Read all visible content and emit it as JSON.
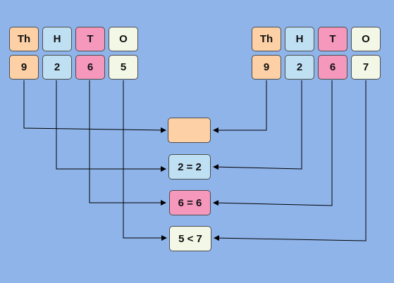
{
  "colors": {
    "background": "#8fb4ea",
    "thousands": "#fdd0a6",
    "hundreds": "#bfe0f3",
    "tens": "#f598bc",
    "ones": "#f3f7e6"
  },
  "left_number": {
    "headers": [
      "Th",
      "H",
      "T",
      "O"
    ],
    "digits": [
      "9",
      "2",
      "6",
      "5"
    ]
  },
  "right_number": {
    "headers": [
      "Th",
      "H",
      "T",
      "O"
    ],
    "digits": [
      "9",
      "2",
      "6",
      "7"
    ]
  },
  "comparisons": [
    "",
    "2 = 2",
    "6 = 6",
    "5 < 7"
  ]
}
